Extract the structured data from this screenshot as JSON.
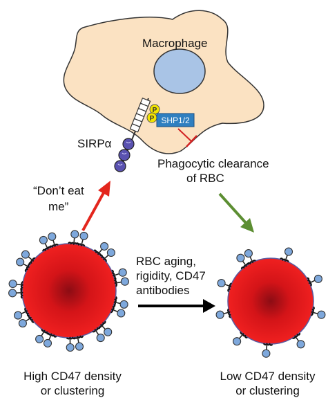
{
  "labels": {
    "macrophage": "Macrophage",
    "shp": "SHP1/2",
    "phos": "P",
    "sirp": "SIRPα",
    "clearance_1": "Phagocytic clearance",
    "clearance_2": "of RBC",
    "dont_1": "“Don’t eat",
    "dont_2": "me”",
    "aging_1": "RBC aging,",
    "aging_2": "rigidity, CD47",
    "aging_3": "antibodies",
    "high_1": "High CD47 density",
    "high_2": "or clustering",
    "low_1": "Low CD47 density",
    "low_2": "or clustering"
  },
  "colors": {
    "cell_fill": "#fbe2c2",
    "nucleus": "#a9c4e6",
    "shp": "#2f7fc0",
    "phospho": "#f2e400",
    "sirp_domain": "#5a52b0",
    "rbc": "#e01818",
    "cd47": "#7ea8dc",
    "red_arrow": "#e3261d",
    "green_arrow": "#5c8e32",
    "black_arrow": "#000000",
    "inhibit": "#d22222"
  },
  "icons": {
    "high_cd47_count": 22,
    "low_cd47_count": 10
  }
}
